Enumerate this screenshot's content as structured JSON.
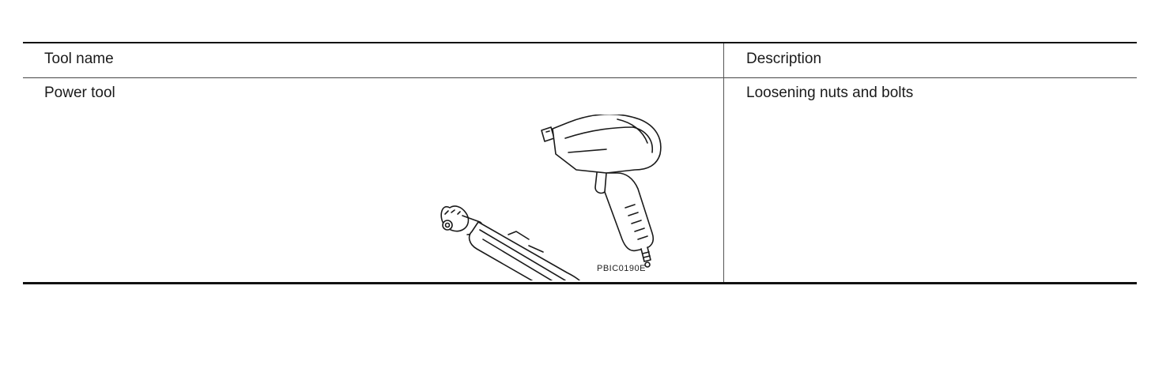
{
  "table": {
    "headers": {
      "tool_name": "Tool name",
      "description": "Description"
    },
    "rows": [
      {
        "tool_name": "Power tool",
        "description": "Loosening nuts and bolts",
        "figure_code": "PBIC0190E",
        "illustration_icons": [
          "ratchet-wrench-icon",
          "impact-wrench-icon"
        ]
      }
    ]
  }
}
